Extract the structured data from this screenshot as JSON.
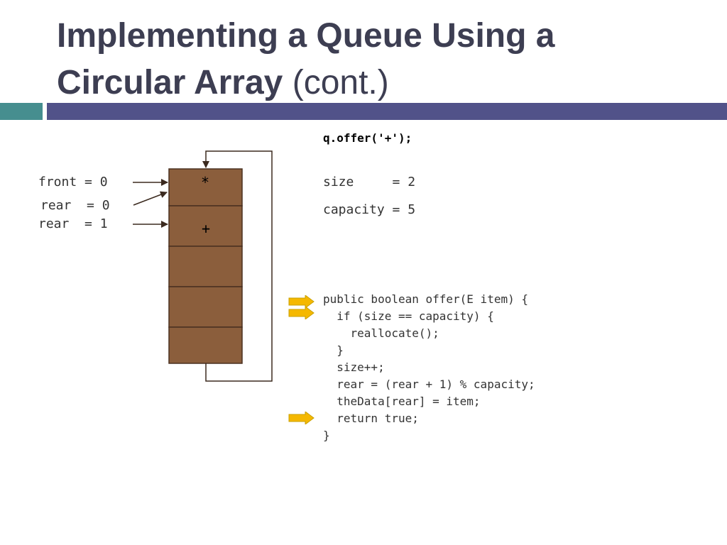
{
  "slide": {
    "title_line1": "Implementing a Queue Using a",
    "title_line2_bold": "Circular Array",
    "title_line2_normal": " (cont.)"
  },
  "call": "q.offer('+');",
  "stats": {
    "size": "size     = 2",
    "capacity": "capacity = 5"
  },
  "pointers": {
    "front": "front = 0",
    "rear_old": "rear  = 0",
    "rear_new": "rear  = 1"
  },
  "array": {
    "cells": [
      "*",
      "+",
      "",
      "",
      ""
    ],
    "cell_color": "#8b5e3c"
  },
  "code": [
    "public boolean offer(E item) {",
    "  if (size == capacity) {",
    "    reallocate();",
    "  }",
    "  size++;",
    "  rear = (rear + 1) % capacity;",
    "  theData[rear] = item;",
    "  return true;",
    "}"
  ],
  "highlight_color": "#f5b800",
  "highlighted_lines": [
    0,
    1,
    7
  ]
}
